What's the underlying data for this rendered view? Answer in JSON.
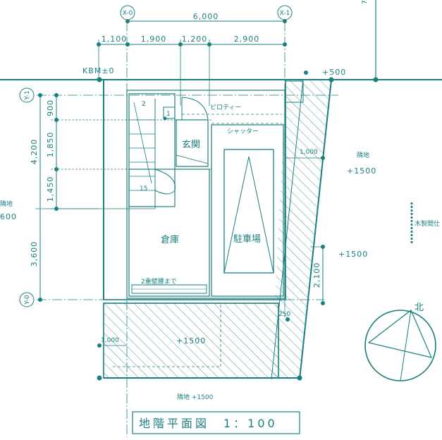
{
  "grid": {
    "x0": "X-0",
    "x1": "X-1",
    "y0": "Y-0",
    "y1": "Y-1"
  },
  "dims_top": {
    "overall": "6,000",
    "d1": "1,100",
    "d2": "1,900",
    "d3": "1,200",
    "d4": "2,900"
  },
  "dims_left": {
    "overall_upper": "4,200",
    "overall_lower": "3,600",
    "a": "900",
    "b": "1,850",
    "c": "1,450"
  },
  "levels": {
    "kbm": "KBM±0",
    "plus500": "+500",
    "land_right": "隣地",
    "plus1500_right_a": "+1500",
    "plus1500_right_b": "+1500",
    "land_left": "隣地",
    "left_cut": "600",
    "plus1500_bottom": "+1500",
    "land_bottom": "隣地 +1500"
  },
  "rooms": {
    "piloti": "ピロティー",
    "shutter": "シャッター",
    "entrance": "玄関",
    "storage": "倉庫",
    "parking": "駐車場",
    "wall_note": "2重壁腰まで"
  },
  "marks": {
    "stair_top": "2",
    "stair_one": "1",
    "stair_bottom": "15",
    "dim_1000_right": "1,000",
    "dim_1000_bottom": "1,000",
    "dim_2100": "2,100",
    "dim_250": "250",
    "north": "北",
    "fence": "木製間仕",
    "edge_top": "7"
  },
  "title": "地階平面図　1：100",
  "colors": {
    "line": "#1a7f7f",
    "background": "#ffffff"
  }
}
